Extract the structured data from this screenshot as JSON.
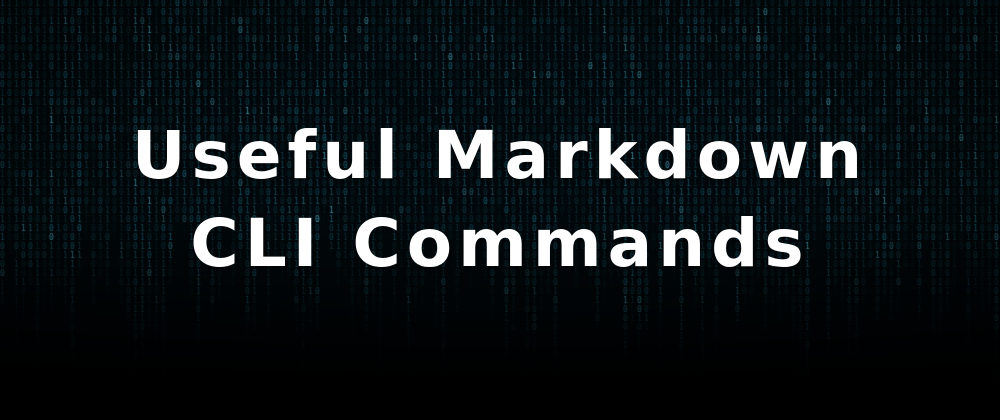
{
  "banner": {
    "title_line_1": "Useful Markdown",
    "title_line_2": "CLI Commands",
    "background": "binary-code-rain",
    "colors": {
      "background": "#02080b",
      "digits": "#1e6f86",
      "digits_bright": "#4fb3c9",
      "title": "#ffffff"
    }
  }
}
